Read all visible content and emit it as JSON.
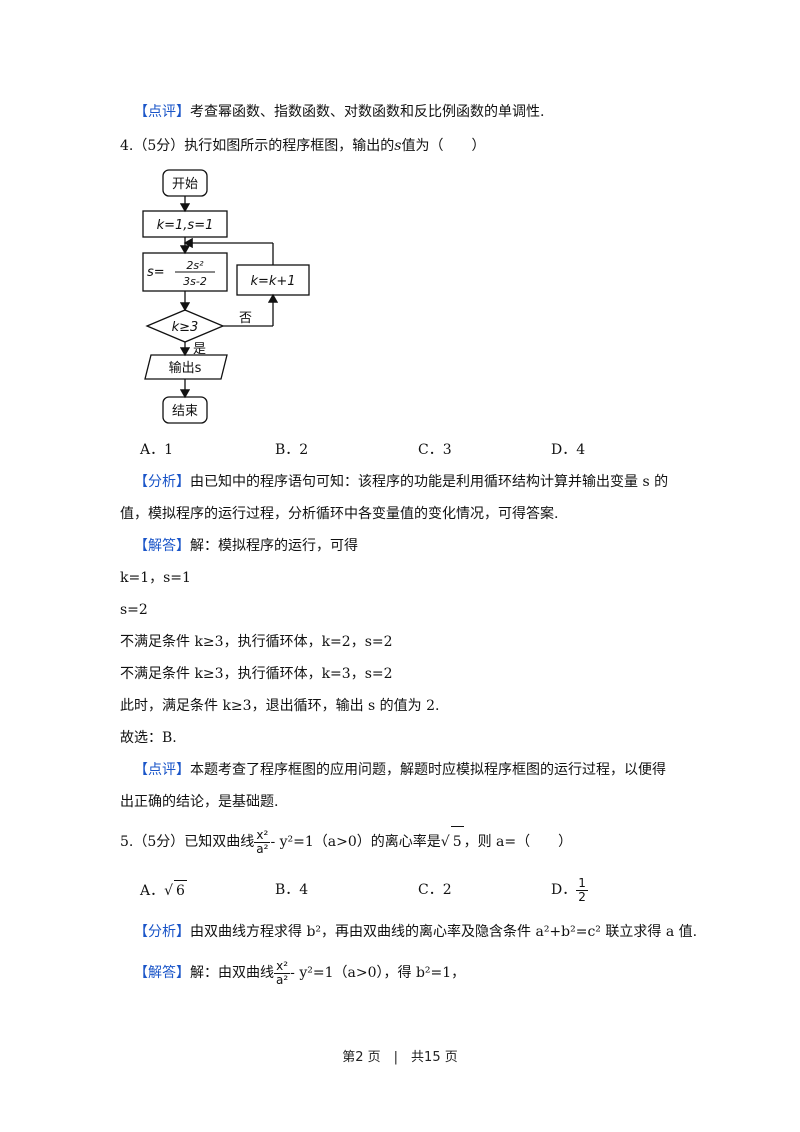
{
  "q3": {
    "review_tag": "【点评】",
    "review_text": "考查幂函数、指数函数、对数函数和反比例函数的单调性."
  },
  "q4": {
    "stem_prefix": "4.（5分）执行如图所示的程序框图，输出的",
    "stem_var": "s",
    "stem_suffix": "值为（　　）",
    "flowchart": {
      "start": "开始",
      "init": "k=1,s=1",
      "assign_left": "s=",
      "assign_num": "2s²",
      "assign_den": "3s-2",
      "increment": "k=k+1",
      "condition": "k≥3",
      "no_label": "否",
      "yes_label": "是",
      "output": "输出s",
      "end": "结束"
    },
    "options": [
      {
        "key": "A",
        "text": "1"
      },
      {
        "key": "B",
        "text": "2"
      },
      {
        "key": "C",
        "text": "3"
      },
      {
        "key": "D",
        "text": "4"
      }
    ],
    "analysis_tag": "【分析】",
    "analysis_l1": "由已知中的程序语句可知：该程序的功能是利用循环结构计算并输出变量 s 的",
    "analysis_l2": "值，模拟程序的运行过程，分析循环中各变量值的变化情况，可得答案.",
    "answer_tag": "【解答】",
    "answer_l1": "解：模拟程序的运行，可得",
    "answer_l2": "k=1，s=1",
    "answer_l3": "s=2",
    "answer_l4": "不满足条件 k≥3，执行循环体，k=2，s=2",
    "answer_l5": "不满足条件 k≥3，执行循环体，k=3，s=2",
    "answer_l6": "此时，满足条件 k≥3，退出循环，输出 s 的值为 2.",
    "answer_l7": "故选：B.",
    "review_tag": "【点评】",
    "review_l1": "本题考查了程序框图的应用问题，解题时应模拟程序框图的运行过程，以便得",
    "review_l2": "出正确的结论，是基础题."
  },
  "q5": {
    "stem_prefix": "5.（5分）已知双曲线",
    "frac_num": "x²",
    "frac_den": "a²",
    "stem_mid": "- y²=1（a>0）的离心率是",
    "sqrt_val": "5",
    "stem_suffix": "，则 a=（　　）",
    "options": [
      {
        "key": "A",
        "radical": "6"
      },
      {
        "key": "B",
        "text": "4"
      },
      {
        "key": "C",
        "text": "2"
      },
      {
        "key": "D",
        "num": "1",
        "den": "2"
      }
    ],
    "analysis_tag": "【分析】",
    "analysis_text": "由双曲线方程求得 b²，再由双曲线的离心率及隐含条件 a²+b²=c² 联立求得 a 值.",
    "answer_tag": "【解答】",
    "answer_prefix": "解：由双曲线",
    "answer_num": "x²",
    "answer_den": "a²",
    "answer_suffix": "- y²=1（a>0），得 b²=1，"
  },
  "footer": "第2 页　|　共15 页"
}
